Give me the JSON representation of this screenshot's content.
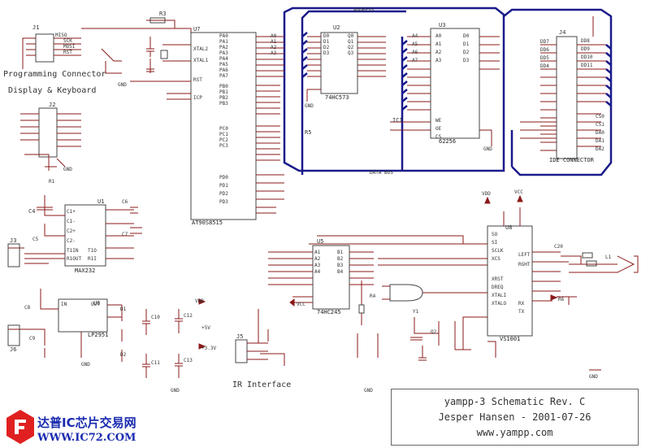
{
  "title_block": {
    "line1": "yampp-3  Schematic Rev. C",
    "line2": "Jesper Hansen - 2001-07-26",
    "line3": "www.yampp.com"
  },
  "sections": {
    "programming": "Programming Connector",
    "display": "Display & Keyboard",
    "ir": "IR Interface",
    "ide": "IDE CONNECTOR"
  },
  "chips": {
    "mcu": "AT90S8515",
    "latch": "74HC573",
    "sram": "62256",
    "rs232": "MAX232",
    "regulator": "LP2951",
    "buffer": "74HC245",
    "decoder": "VS1001"
  },
  "watermark": {
    "cn_text": "达普IC芯片交易网",
    "url": "WWW.IC72.COM"
  },
  "colors": {
    "wire": "#8b1a1a",
    "bus": "#1a1a8b",
    "logo": "#1a2bb0",
    "logo_red": "#e02020"
  }
}
